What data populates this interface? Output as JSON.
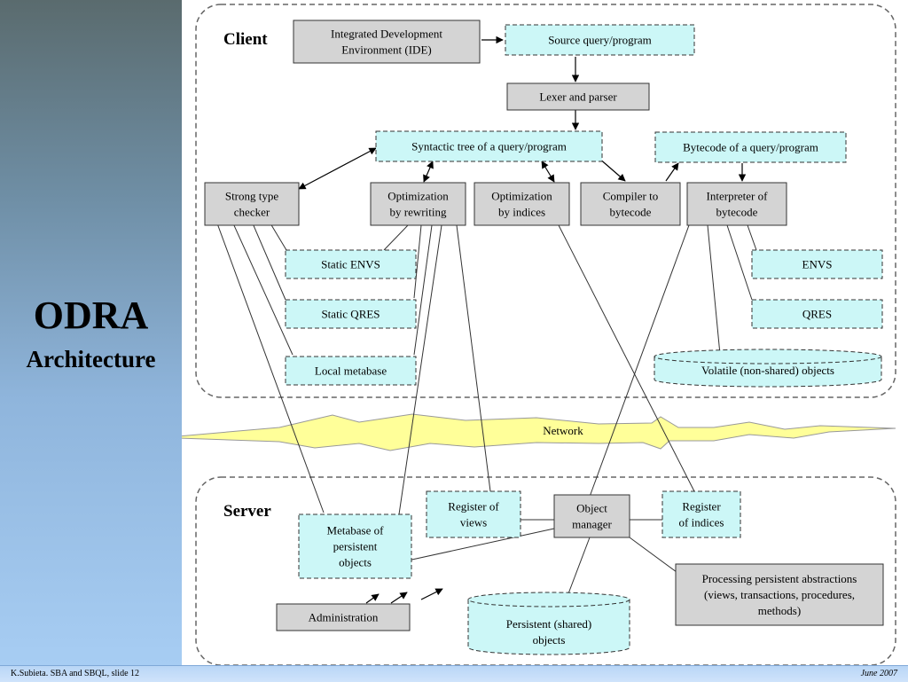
{
  "sidebar": {
    "title": "ODRA",
    "subtitle": "Architecture"
  },
  "footer": {
    "left": "K.Subieta. SBA and SBQL, slide 12",
    "right": "June 2007"
  },
  "zones": {
    "client": "Client",
    "server": "Server"
  },
  "network": "Network",
  "nodes": {
    "ide": [
      "Integrated Development",
      "Environment (IDE)"
    ],
    "source": [
      "Source query/program"
    ],
    "lexer": [
      "Lexer and parser"
    ],
    "syntax_tree": [
      "Syntactic tree of a query/program"
    ],
    "bytecode": [
      "Bytecode of a query/program"
    ],
    "type_checker": [
      "Strong type",
      "checker"
    ],
    "opt_rewriting": [
      "Optimization",
      "by rewriting"
    ],
    "opt_indices": [
      "Optimization",
      "by indices"
    ],
    "compiler": [
      "Compiler to",
      "bytecode"
    ],
    "interpreter": [
      "Interpreter of",
      "bytecode"
    ],
    "static_envs": [
      "Static ENVS"
    ],
    "static_qres": [
      "Static QRES"
    ],
    "local_metabase": [
      "Local metabase"
    ],
    "envs": [
      "ENVS"
    ],
    "qres": [
      "QRES"
    ],
    "volatile": [
      "Volatile (non-shared) objects"
    ],
    "metabase_persistent": [
      "Metabase of",
      "persistent",
      "objects"
    ],
    "register_views": [
      "Register of",
      "views"
    ],
    "object_manager": [
      "Object",
      "manager"
    ],
    "register_indices": [
      "Register",
      "of indices"
    ],
    "processing": [
      "Processing persistent abstractions",
      "(views, transactions, procedures,",
      "methods)"
    ],
    "administration": [
      "Administration"
    ],
    "persistent_shared": [
      "Persistent (shared)",
      "objects"
    ]
  },
  "colors": {
    "process_fill": "#d4d4d4",
    "data_fill": "#ccf7f7",
    "network_fill": "#ffff99",
    "zone_stroke": "#666666"
  }
}
